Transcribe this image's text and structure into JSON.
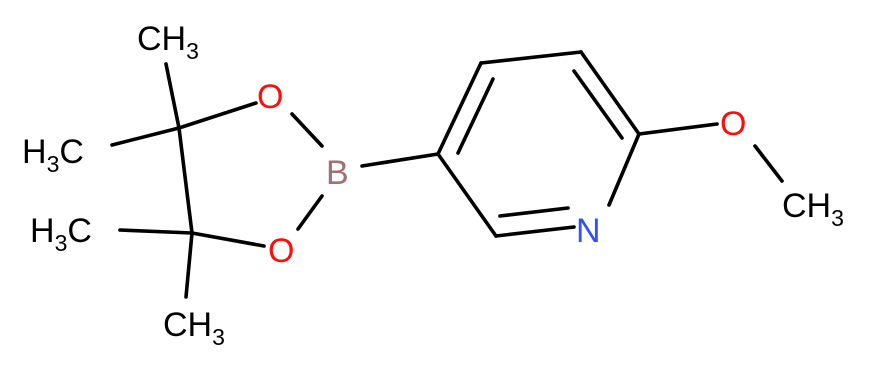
{
  "colors": {
    "bond": "#000000",
    "oxygen": "#ff0d0d",
    "nitrogen": "#3050f8",
    "boron": "#a0726f",
    "carbon_label": "#000000"
  },
  "atoms": {
    "boron": "B",
    "oxygen_top": "O",
    "oxygen_bottom": "O",
    "oxygen_methoxy": "O",
    "nitrogen": "N"
  },
  "methyl_groups": {
    "top": {
      "main": "CH",
      "sub": "3"
    },
    "left_upper": {
      "main": "H",
      "sub": "3",
      "tail": "C"
    },
    "left_lower": {
      "main": "H",
      "sub": "3",
      "tail": "C"
    },
    "bottom": {
      "main": "CH",
      "sub": "3"
    },
    "methoxy": {
      "main": "CH",
      "sub": "3"
    }
  }
}
